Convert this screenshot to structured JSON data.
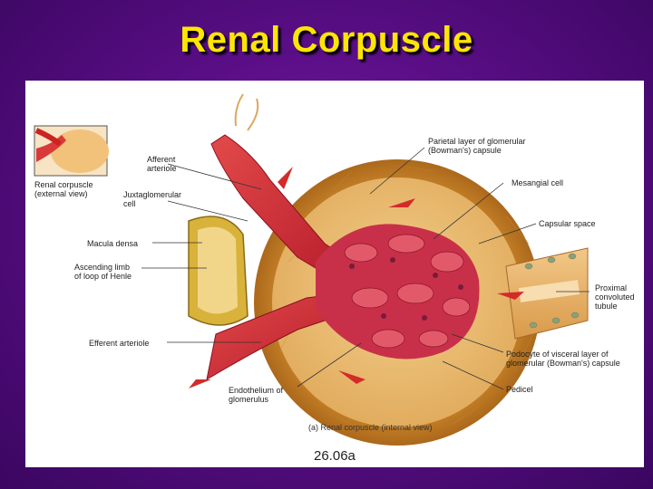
{
  "slide": {
    "title": "Renal Corpuscle"
  },
  "diagram": {
    "labels": {
      "renal_corpuscle_external": "Renal corpuscle\n(external view)",
      "afferent_arteriole": "Afferent\narteriole",
      "juxtaglomerular_cell": "Juxtaglomerular\ncell",
      "macula_densa": "Macula densa",
      "ascending_limb": "Ascending limb\nof loop of Henle",
      "efferent_arteriole": "Efferent arteriole",
      "endothelium": "Endothelium of\nglomerulus",
      "parietal_layer": "Parietal layer of glomerular\n(Bowman's) capsule",
      "mesangial_cell": "Mesangial cell",
      "capsular_space": "Capsular space",
      "proximal_tubule": "Proximal\nconvoluted\ntubule",
      "podocyte": "Podocyte of visceral layer of\nglomerular (Bowman's) capsule",
      "pedicel": "Pedicel"
    },
    "caption": "(a) Renal corpuscle (internal view)",
    "figure_number": "26.06a"
  }
}
